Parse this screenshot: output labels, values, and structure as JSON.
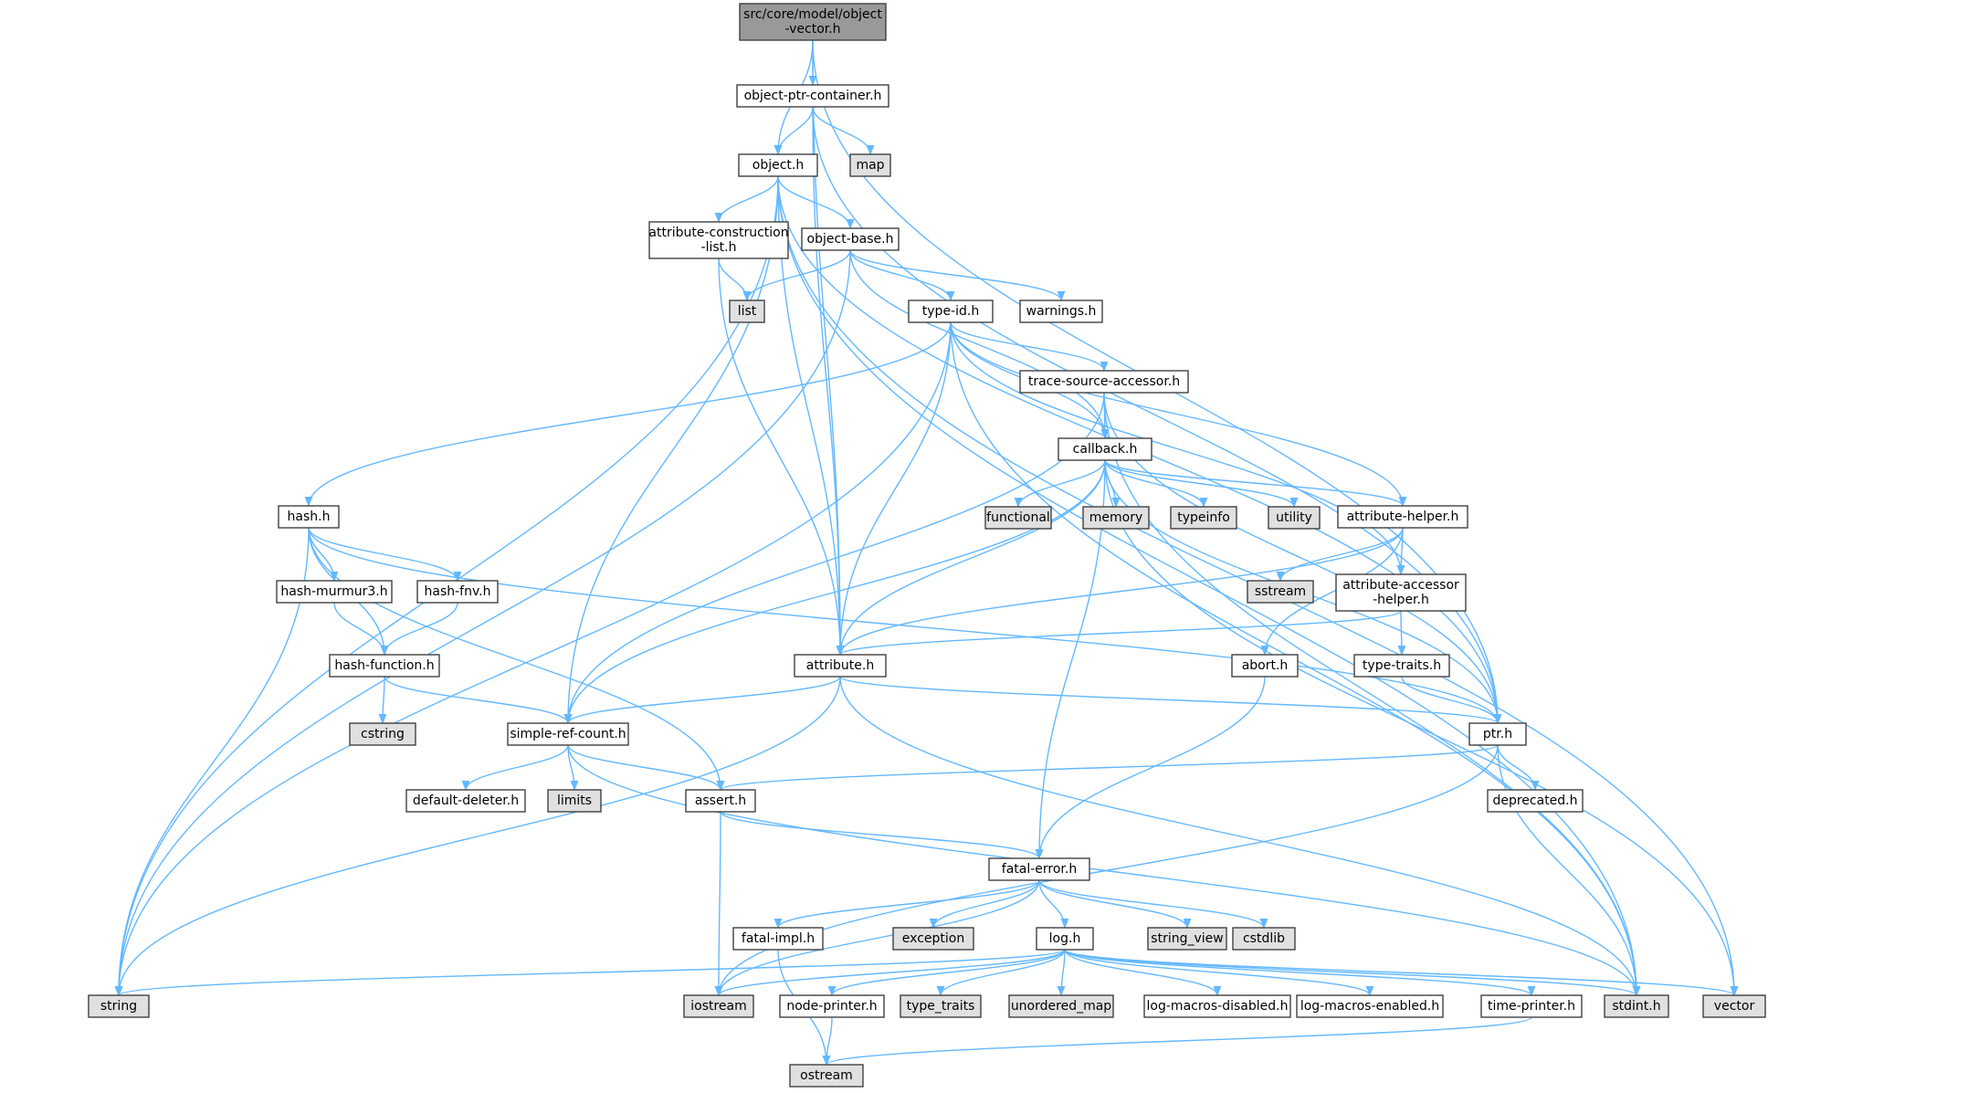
{
  "colors": {
    "edge": "#63b8ff",
    "root_fill": "#999999",
    "internal_fill": "#ffffff",
    "external_fill": "#e0e0e0",
    "external_stroke": "#999999",
    "border": "#404040"
  },
  "nodes": [
    {
      "id": "vector_h",
      "kind": "root",
      "lines": [
        "src/core/model/object",
        "-vector.h"
      ]
    },
    {
      "id": "opc",
      "kind": "internal",
      "lines": [
        "object-ptr-container.h"
      ]
    },
    {
      "id": "map",
      "kind": "external",
      "lines": [
        "map"
      ]
    },
    {
      "id": "object_h",
      "kind": "internal",
      "lines": [
        "object.h"
      ]
    },
    {
      "id": "acl",
      "kind": "internal",
      "lines": [
        "attribute-construction",
        "-list.h"
      ]
    },
    {
      "id": "object_base",
      "kind": "internal",
      "lines": [
        "object-base.h"
      ]
    },
    {
      "id": "list",
      "kind": "external",
      "lines": [
        "list"
      ]
    },
    {
      "id": "warnings",
      "kind": "internal",
      "lines": [
        "warnings.h"
      ]
    },
    {
      "id": "type_id",
      "kind": "internal",
      "lines": [
        "type-id.h"
      ]
    },
    {
      "id": "tsa",
      "kind": "internal",
      "lines": [
        "trace-source-accessor.h"
      ]
    },
    {
      "id": "callback",
      "kind": "internal",
      "lines": [
        "callback.h"
      ]
    },
    {
      "id": "hash",
      "kind": "internal",
      "lines": [
        "hash.h"
      ]
    },
    {
      "id": "functional",
      "kind": "external",
      "lines": [
        "functional"
      ]
    },
    {
      "id": "memory",
      "kind": "external",
      "lines": [
        "memory"
      ]
    },
    {
      "id": "typeinfo",
      "kind": "external",
      "lines": [
        "typeinfo"
      ]
    },
    {
      "id": "utility",
      "kind": "external",
      "lines": [
        "utility"
      ]
    },
    {
      "id": "attr_helper",
      "kind": "internal",
      "lines": [
        "attribute-helper.h"
      ]
    },
    {
      "id": "hash_murmur",
      "kind": "internal",
      "lines": [
        "hash-murmur3.h"
      ]
    },
    {
      "id": "hash_fnv",
      "kind": "internal",
      "lines": [
        "hash-fnv.h"
      ]
    },
    {
      "id": "sstream",
      "kind": "external",
      "lines": [
        "sstream"
      ]
    },
    {
      "id": "aah",
      "kind": "internal",
      "lines": [
        "attribute-accessor",
        "-helper.h"
      ]
    },
    {
      "id": "hash_func",
      "kind": "internal",
      "lines": [
        "hash-function.h"
      ]
    },
    {
      "id": "attribute",
      "kind": "internal",
      "lines": [
        "attribute.h"
      ]
    },
    {
      "id": "abort",
      "kind": "internal",
      "lines": [
        "abort.h"
      ]
    },
    {
      "id": "type_traits_h",
      "kind": "internal",
      "lines": [
        "type-traits.h"
      ]
    },
    {
      "id": "cstring",
      "kind": "external",
      "lines": [
        "cstring"
      ]
    },
    {
      "id": "src",
      "kind": "internal",
      "lines": [
        "simple-ref-count.h"
      ]
    },
    {
      "id": "ptr",
      "kind": "internal",
      "lines": [
        "ptr.h"
      ]
    },
    {
      "id": "default_deleter",
      "kind": "internal",
      "lines": [
        "default-deleter.h"
      ]
    },
    {
      "id": "limits",
      "kind": "external",
      "lines": [
        "limits"
      ]
    },
    {
      "id": "assert",
      "kind": "internal",
      "lines": [
        "assert.h"
      ]
    },
    {
      "id": "deprecated",
      "kind": "internal",
      "lines": [
        "deprecated.h"
      ]
    },
    {
      "id": "fatal_error",
      "kind": "internal",
      "lines": [
        "fatal-error.h"
      ]
    },
    {
      "id": "fatal_impl",
      "kind": "internal",
      "lines": [
        "fatal-impl.h"
      ]
    },
    {
      "id": "exception",
      "kind": "external",
      "lines": [
        "exception"
      ]
    },
    {
      "id": "log",
      "kind": "internal",
      "lines": [
        "log.h"
      ]
    },
    {
      "id": "string_view",
      "kind": "external",
      "lines": [
        "string_view"
      ]
    },
    {
      "id": "cstdlib",
      "kind": "external",
      "lines": [
        "cstdlib"
      ]
    },
    {
      "id": "string",
      "kind": "external",
      "lines": [
        "string"
      ]
    },
    {
      "id": "iostream",
      "kind": "external",
      "lines": [
        "iostream"
      ]
    },
    {
      "id": "node_printer",
      "kind": "internal",
      "lines": [
        "node-printer.h"
      ]
    },
    {
      "id": "type_traits",
      "kind": "external",
      "lines": [
        "type_traits"
      ]
    },
    {
      "id": "unordered_map",
      "kind": "external",
      "lines": [
        "unordered_map"
      ]
    },
    {
      "id": "lmd",
      "kind": "internal",
      "lines": [
        "log-macros-disabled.h"
      ]
    },
    {
      "id": "lme",
      "kind": "internal",
      "lines": [
        "log-macros-enabled.h"
      ]
    },
    {
      "id": "time_printer",
      "kind": "internal",
      "lines": [
        "time-printer.h"
      ]
    },
    {
      "id": "stdint",
      "kind": "external",
      "lines": [
        "stdint.h"
      ]
    },
    {
      "id": "vector",
      "kind": "external",
      "lines": [
        "vector"
      ]
    },
    {
      "id": "ostream",
      "kind": "external",
      "lines": [
        "ostream"
      ]
    }
  ],
  "edges": [
    [
      "vector_h",
      "opc"
    ],
    [
      "vector_h",
      "object_h"
    ],
    [
      "vector_h",
      "attribute"
    ],
    [
      "vector_h",
      "ptr"
    ],
    [
      "opc",
      "object_h"
    ],
    [
      "opc",
      "map"
    ],
    [
      "opc",
      "attribute"
    ],
    [
      "opc",
      "ptr"
    ],
    [
      "object_h",
      "acl"
    ],
    [
      "object_h",
      "object_base"
    ],
    [
      "object_h",
      "attribute"
    ],
    [
      "object_h",
      "src"
    ],
    [
      "object_h",
      "string"
    ],
    [
      "object_h",
      "ptr"
    ],
    [
      "object_h",
      "stdint"
    ],
    [
      "object_h",
      "vector"
    ],
    [
      "acl",
      "list"
    ],
    [
      "acl",
      "attribute"
    ],
    [
      "object_base",
      "list"
    ],
    [
      "object_base",
      "warnings"
    ],
    [
      "object_base",
      "type_id"
    ],
    [
      "object_base",
      "callback"
    ],
    [
      "object_base",
      "string"
    ],
    [
      "type_id",
      "tsa"
    ],
    [
      "type_id",
      "callback"
    ],
    [
      "type_id",
      "hash"
    ],
    [
      "type_id",
      "attribute"
    ],
    [
      "type_id",
      "attr_helper"
    ],
    [
      "type_id",
      "aah"
    ],
    [
      "type_id",
      "string"
    ],
    [
      "type_id",
      "stdint"
    ],
    [
      "tsa",
      "callback"
    ],
    [
      "tsa",
      "src"
    ],
    [
      "tsa",
      "ptr"
    ],
    [
      "tsa",
      "stdint"
    ],
    [
      "callback",
      "functional"
    ],
    [
      "callback",
      "memory"
    ],
    [
      "callback",
      "typeinfo"
    ],
    [
      "callback",
      "utility"
    ],
    [
      "callback",
      "attr_helper"
    ],
    [
      "callback",
      "attribute"
    ],
    [
      "callback",
      "src"
    ],
    [
      "callback",
      "ptr"
    ],
    [
      "callback",
      "fatal_error"
    ],
    [
      "callback",
      "vector"
    ],
    [
      "hash",
      "hash_murmur"
    ],
    [
      "hash",
      "hash_fnv"
    ],
    [
      "hash",
      "hash_func"
    ],
    [
      "hash",
      "assert"
    ],
    [
      "hash",
      "ptr"
    ],
    [
      "hash",
      "string"
    ],
    [
      "hash_murmur",
      "hash_func"
    ],
    [
      "hash_fnv",
      "hash_func"
    ],
    [
      "hash_func",
      "cstring"
    ],
    [
      "hash_func",
      "src"
    ],
    [
      "attr_helper",
      "aah"
    ],
    [
      "attr_helper",
      "sstream"
    ],
    [
      "attr_helper",
      "abort"
    ],
    [
      "attr_helper",
      "attribute"
    ],
    [
      "aah",
      "attribute"
    ],
    [
      "aah",
      "type_traits_h"
    ],
    [
      "type_traits_h",
      "ptr"
    ],
    [
      "abort",
      "fatal_error"
    ],
    [
      "attribute",
      "src"
    ],
    [
      "attribute",
      "ptr"
    ],
    [
      "attribute",
      "string"
    ],
    [
      "attribute",
      "stdint"
    ],
    [
      "src",
      "default_deleter"
    ],
    [
      "src",
      "limits"
    ],
    [
      "src",
      "assert"
    ],
    [
      "src",
      "stdint"
    ],
    [
      "ptr",
      "assert"
    ],
    [
      "ptr",
      "deprecated"
    ],
    [
      "ptr",
      "iostream"
    ],
    [
      "ptr",
      "stdint"
    ],
    [
      "assert",
      "fatal_error"
    ],
    [
      "assert",
      "iostream"
    ],
    [
      "fatal_error",
      "fatal_impl"
    ],
    [
      "fatal_error",
      "exception"
    ],
    [
      "fatal_error",
      "log"
    ],
    [
      "fatal_error",
      "string_view"
    ],
    [
      "fatal_error",
      "cstdlib"
    ],
    [
      "fatal_error",
      "iostream"
    ],
    [
      "fatal_impl",
      "ostream"
    ],
    [
      "log",
      "string"
    ],
    [
      "log",
      "iostream"
    ],
    [
      "log",
      "node_printer"
    ],
    [
      "log",
      "type_traits"
    ],
    [
      "log",
      "unordered_map"
    ],
    [
      "log",
      "lmd"
    ],
    [
      "log",
      "lme"
    ],
    [
      "log",
      "time_printer"
    ],
    [
      "log",
      "stdint"
    ],
    [
      "log",
      "vector"
    ],
    [
      "node_printer",
      "ostream"
    ],
    [
      "time_printer",
      "ostream"
    ]
  ]
}
